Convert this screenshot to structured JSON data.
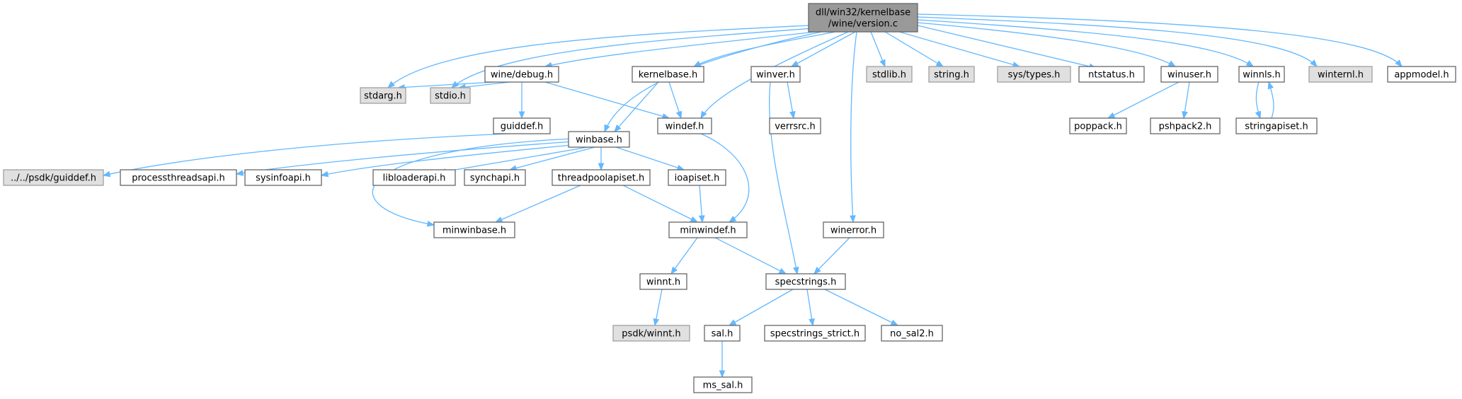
{
  "graph": {
    "colors": {
      "edge": "#63b8ff",
      "node_border": "#666666",
      "root_fill": "#999999",
      "external_fill": "#e0e0e0",
      "internal_fill": "#ffffff"
    },
    "nodes": [
      {
        "id": "root",
        "lines": [
          "dll/win32/kernelbase",
          "/wine/version.c"
        ],
        "kind": "root"
      },
      {
        "id": "stdarg",
        "lines": [
          "stdarg.h"
        ],
        "kind": "external"
      },
      {
        "id": "stdio",
        "lines": [
          "stdio.h"
        ],
        "kind": "external"
      },
      {
        "id": "winedebug",
        "lines": [
          "wine/debug.h"
        ],
        "kind": "internal"
      },
      {
        "id": "winbase",
        "lines": [
          "winbase.h"
        ],
        "kind": "internal"
      },
      {
        "id": "kernelbase",
        "lines": [
          "kernelbase.h"
        ],
        "kind": "internal"
      },
      {
        "id": "windef",
        "lines": [
          "windef.h"
        ],
        "kind": "internal"
      },
      {
        "id": "winver",
        "lines": [
          "winver.h"
        ],
        "kind": "internal"
      },
      {
        "id": "winerror",
        "lines": [
          "winerror.h"
        ],
        "kind": "internal"
      },
      {
        "id": "stdlib",
        "lines": [
          "stdlib.h"
        ],
        "kind": "external"
      },
      {
        "id": "string",
        "lines": [
          "string.h"
        ],
        "kind": "external"
      },
      {
        "id": "systypes",
        "lines": [
          "sys/types.h"
        ],
        "kind": "external"
      },
      {
        "id": "ntstatus",
        "lines": [
          "ntstatus.h"
        ],
        "kind": "internal"
      },
      {
        "id": "winuser",
        "lines": [
          "winuser.h"
        ],
        "kind": "internal"
      },
      {
        "id": "winnls",
        "lines": [
          "winnls.h"
        ],
        "kind": "internal"
      },
      {
        "id": "winternl",
        "lines": [
          "winternl.h"
        ],
        "kind": "external"
      },
      {
        "id": "appmodel",
        "lines": [
          "appmodel.h"
        ],
        "kind": "internal"
      },
      {
        "id": "guiddef",
        "lines": [
          "guiddef.h"
        ],
        "kind": "internal"
      },
      {
        "id": "psdkguiddef",
        "lines": [
          "../../psdk/guiddef.h"
        ],
        "kind": "external"
      },
      {
        "id": "processthreadsapi",
        "lines": [
          "processthreadsapi.h"
        ],
        "kind": "internal"
      },
      {
        "id": "sysinfoapi",
        "lines": [
          "sysinfoapi.h"
        ],
        "kind": "internal"
      },
      {
        "id": "libloaderapi",
        "lines": [
          "libloaderapi.h"
        ],
        "kind": "internal"
      },
      {
        "id": "synchapi",
        "lines": [
          "synchapi.h"
        ],
        "kind": "internal"
      },
      {
        "id": "threadpoolapiset",
        "lines": [
          "threadpoolapiset.h"
        ],
        "kind": "internal"
      },
      {
        "id": "ioapiset",
        "lines": [
          "ioapiset.h"
        ],
        "kind": "internal"
      },
      {
        "id": "minwinbase",
        "lines": [
          "minwinbase.h"
        ],
        "kind": "internal"
      },
      {
        "id": "minwindef",
        "lines": [
          "minwindef.h"
        ],
        "kind": "internal"
      },
      {
        "id": "verrsrc",
        "lines": [
          "verrsrc.h"
        ],
        "kind": "internal"
      },
      {
        "id": "winnt",
        "lines": [
          "winnt.h"
        ],
        "kind": "internal"
      },
      {
        "id": "specstrings",
        "lines": [
          "specstrings.h"
        ],
        "kind": "internal"
      },
      {
        "id": "psdkwinnt",
        "lines": [
          "psdk/winnt.h"
        ],
        "kind": "external"
      },
      {
        "id": "sal",
        "lines": [
          "sal.h"
        ],
        "kind": "internal"
      },
      {
        "id": "specstrings_strict",
        "lines": [
          "specstrings_strict.h"
        ],
        "kind": "internal"
      },
      {
        "id": "no_sal2",
        "lines": [
          "no_sal2.h"
        ],
        "kind": "internal"
      },
      {
        "id": "ms_sal",
        "lines": [
          "ms_sal.h"
        ],
        "kind": "internal"
      },
      {
        "id": "poppack",
        "lines": [
          "poppack.h"
        ],
        "kind": "internal"
      },
      {
        "id": "pshpack2",
        "lines": [
          "pshpack2.h"
        ],
        "kind": "internal"
      },
      {
        "id": "stringapiset",
        "lines": [
          "stringapiset.h"
        ],
        "kind": "internal"
      }
    ],
    "edges": [
      [
        "root",
        "stdarg"
      ],
      [
        "root",
        "stdio"
      ],
      [
        "root",
        "winedebug"
      ],
      [
        "root",
        "winbase"
      ],
      [
        "root",
        "kernelbase"
      ],
      [
        "root",
        "windef"
      ],
      [
        "root",
        "winver"
      ],
      [
        "root",
        "winerror"
      ],
      [
        "root",
        "stdlib"
      ],
      [
        "root",
        "string"
      ],
      [
        "root",
        "systypes"
      ],
      [
        "root",
        "ntstatus"
      ],
      [
        "root",
        "winuser"
      ],
      [
        "root",
        "winnls"
      ],
      [
        "root",
        "winternl"
      ],
      [
        "root",
        "appmodel"
      ],
      [
        "winedebug",
        "stdarg"
      ],
      [
        "winedebug",
        "stdio"
      ],
      [
        "winedebug",
        "guiddef"
      ],
      [
        "winedebug",
        "windef"
      ],
      [
        "kernelbase",
        "winbase"
      ],
      [
        "kernelbase",
        "windef"
      ],
      [
        "guiddef",
        "psdkguiddef"
      ],
      [
        "winbase",
        "processthreadsapi"
      ],
      [
        "winbase",
        "sysinfoapi"
      ],
      [
        "winbase",
        "libloaderapi"
      ],
      [
        "winbase",
        "synchapi"
      ],
      [
        "winbase",
        "threadpoolapiset"
      ],
      [
        "winbase",
        "ioapiset"
      ],
      [
        "winbase",
        "minwinbase"
      ],
      [
        "threadpoolapiset",
        "minwinbase"
      ],
      [
        "threadpoolapiset",
        "minwindef"
      ],
      [
        "ioapiset",
        "minwindef"
      ],
      [
        "windef",
        "minwindef"
      ],
      [
        "winver",
        "verrsrc"
      ],
      [
        "winver",
        "specstrings"
      ],
      [
        "winerror",
        "specstrings"
      ],
      [
        "minwindef",
        "winnt"
      ],
      [
        "minwindef",
        "specstrings"
      ],
      [
        "winnt",
        "psdkwinnt"
      ],
      [
        "specstrings",
        "sal"
      ],
      [
        "specstrings",
        "specstrings_strict"
      ],
      [
        "specstrings",
        "no_sal2"
      ],
      [
        "sal",
        "ms_sal"
      ],
      [
        "winuser",
        "poppack"
      ],
      [
        "winuser",
        "pshpack2"
      ],
      [
        "winnls",
        "stringapiset"
      ],
      [
        "stringapiset",
        "winnls"
      ]
    ]
  }
}
